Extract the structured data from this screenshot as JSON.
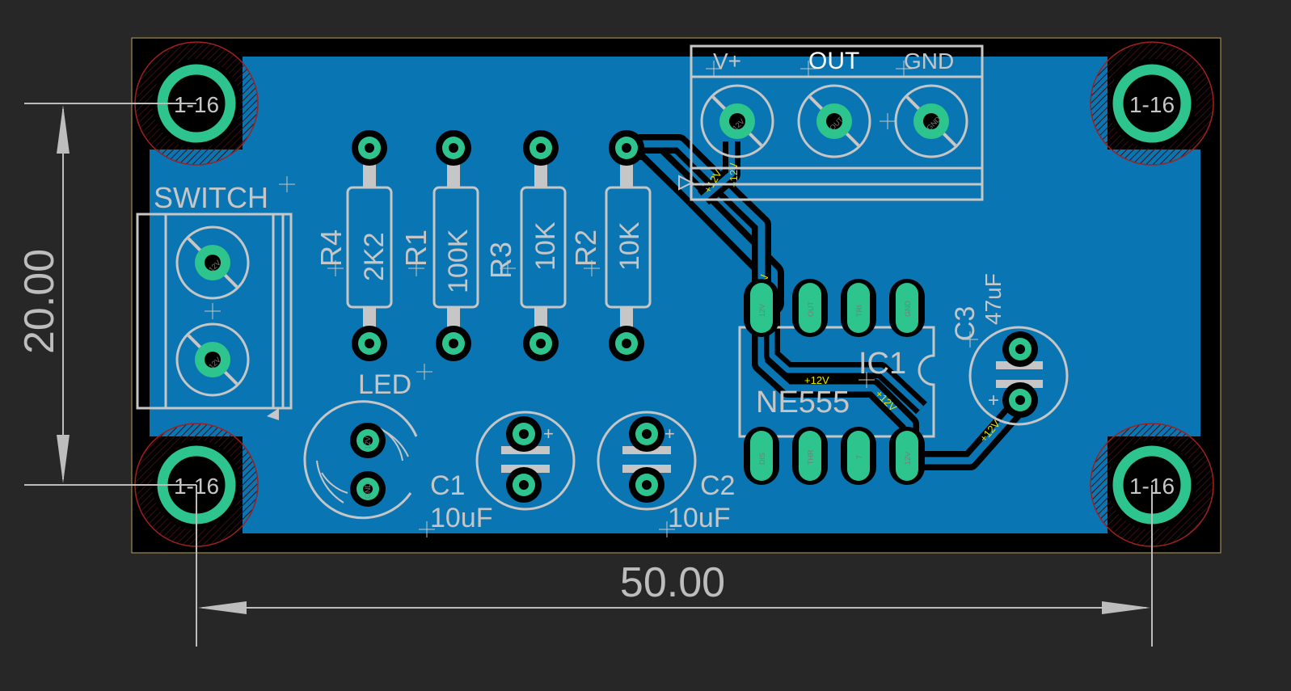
{
  "colors": {
    "background": "#272727",
    "board_edge": "#000000",
    "copper_pour": "#0a75b3",
    "pad": "#2ec48d",
    "silkscreen": "#c6c6c6",
    "net_label": "#e4e400",
    "dimension": "#bdbdbd"
  },
  "dimensions": {
    "height": "20.00",
    "width": "50.00"
  },
  "mounting_holes": [
    "1-16",
    "1-16",
    "1-16",
    "1-16"
  ],
  "terminal_block": {
    "labels": [
      "V+",
      "OUT",
      "GND"
    ],
    "pin_labels": [
      "12V",
      "OUT",
      "GND"
    ]
  },
  "switch": {
    "name": "SWITCH",
    "pin_labels": [
      "12V",
      "12V"
    ]
  },
  "resistors": [
    {
      "name": "R4",
      "value": "2K2"
    },
    {
      "name": "R1",
      "value": "100K"
    },
    {
      "name": "R3",
      "value": "10K"
    },
    {
      "name": "R2",
      "value": "10K"
    }
  ],
  "led": {
    "name": "LED",
    "pin_labels": [
      "12V",
      "GND"
    ]
  },
  "capacitors": [
    {
      "name": "C1",
      "value": "10uF"
    },
    {
      "name": "C2",
      "value": "10uF"
    },
    {
      "name": "C3",
      "value": "47uF"
    }
  ],
  "ic": {
    "name": "IC1",
    "part": "NE555",
    "top_pins": [
      "12V",
      "OUT",
      "TRI",
      "GND"
    ],
    "bottom_pins": [
      "DIS",
      "THR",
      "7",
      "12V"
    ]
  },
  "net_labels": [
    "+12V",
    "+12V",
    "+12V",
    "+12V",
    "+12V",
    "+12V"
  ]
}
